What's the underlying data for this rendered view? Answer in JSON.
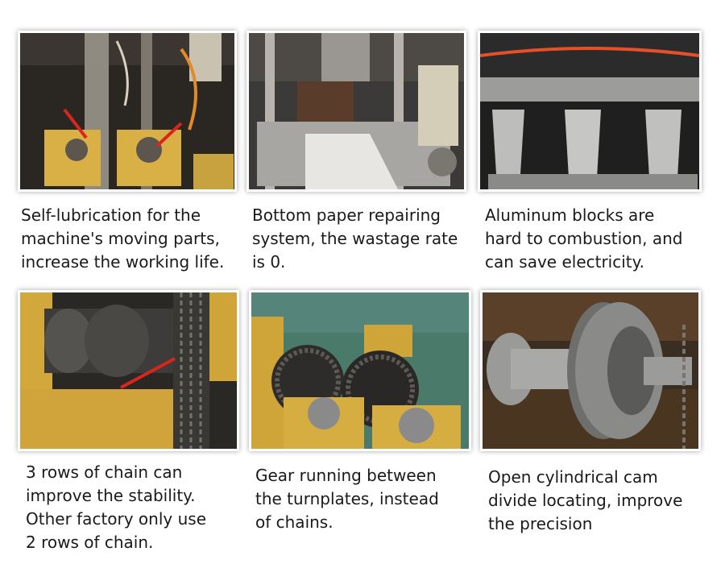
{
  "panels": [
    {
      "caption": "Self-lubrication for the\nmachine's moving parts,\nincrease the working life."
    },
    {
      "caption": "Bottom paper repairing\nsystem, the wastage rate\nis 0."
    },
    {
      "caption": "Aluminum blocks are\nhard to combustion, and\ncan save electricity."
    },
    {
      "caption": "3 rows of chain can\nimprove the stability.\nOther factory only use\n2 rows of chain."
    },
    {
      "caption": "Gear running between\nthe turnplates, instead\nof chains."
    },
    {
      "caption": "Open cylindrical cam\ndivide locating, improve\nthe precision"
    }
  ]
}
